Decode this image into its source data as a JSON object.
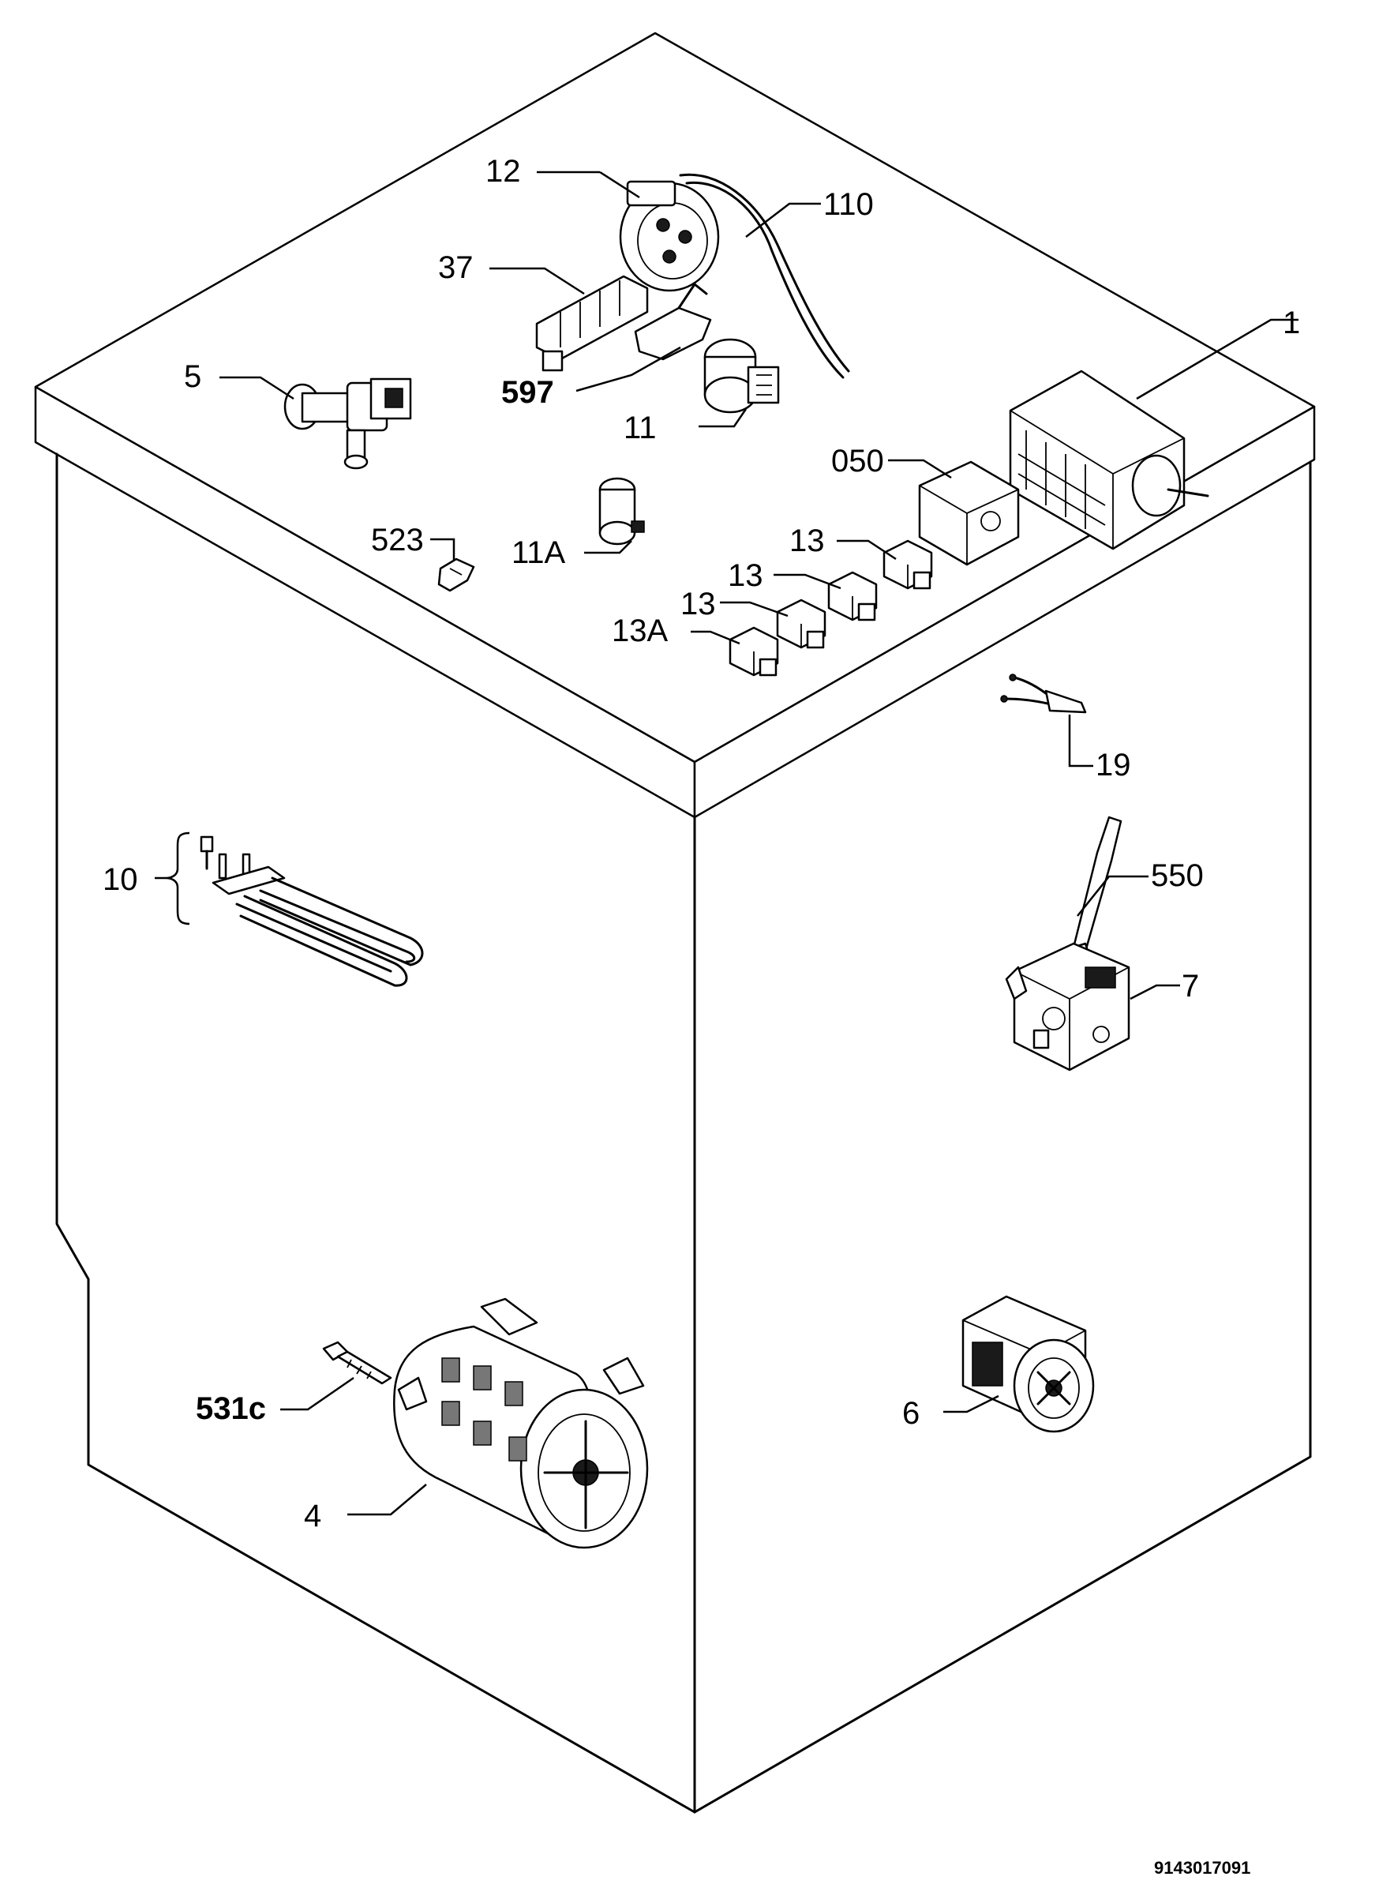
{
  "labels": {
    "p1": "1",
    "p4": "4",
    "p5": "5",
    "p6": "6",
    "p7": "7",
    "p10": "10",
    "p11": "11",
    "p11a": "11A",
    "p12": "12",
    "p13a": "13",
    "p13b": "13",
    "p13c": "13",
    "p13A": "13A",
    "p19": "19",
    "p37": "37",
    "p050": "050",
    "p110": "110",
    "p523": "523",
    "p531c": "531c",
    "p550": "550",
    "p597": "597"
  },
  "document_number": "9143017091"
}
